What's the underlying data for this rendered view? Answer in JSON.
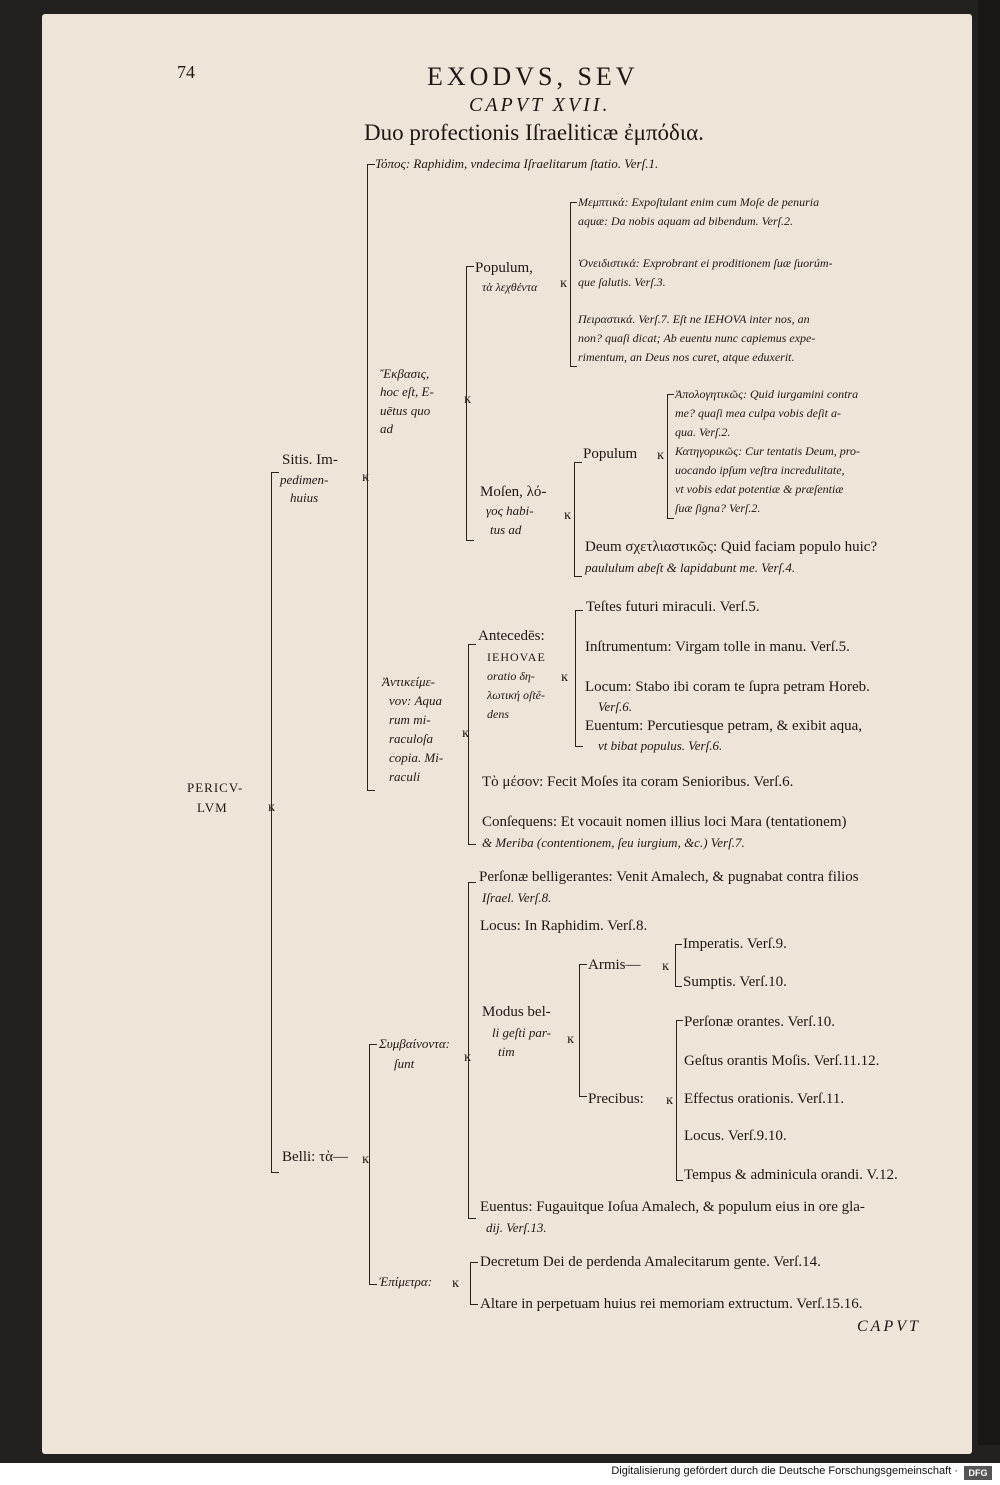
{
  "header": {
    "page_number": "74",
    "title": "EXODVS, SEV",
    "chapter": "CAPVT XVII.",
    "subtitle": "Duo profectionis Iſraeliticæ ἐμπόδια."
  },
  "root": {
    "label1": "PERICV-",
    "label2": "LVM"
  },
  "topos": "Τόπος: Raphidim, vndecima Iſraelitarum ſtatio. Verſ.1.",
  "sitis": {
    "label1": "Sitis. Im-",
    "label2": "pedimen-",
    "label3": "huius",
    "ekbasis": {
      "label": [
        "Ἔκβασις,",
        "hoc eſt, E-",
        "uētus quo",
        "ad"
      ],
      "populum": {
        "label1": "Populum,",
        "label2": "τὰ λεχθέντα",
        "items": [
          [
            "Μεμπτικά: Expoſtulant enim cum Moſe de penuria",
            "aquæ: Da nobis aquam ad bibendum. Verſ.2."
          ],
          [
            "Ὀνειδιστικά: Exprobrant ei proditionem ſuæ ſuorúm-",
            "que ſalutis. Verſ.3."
          ],
          [
            "Πειραστικά. Verſ.7. Eſt ne IEHOVA inter nos, an",
            "non? quaſi dicat; Ab euentu nunc capiemus expe-",
            "rimentum, an Deus nos curet, atque eduxerit."
          ]
        ]
      },
      "mosen": {
        "label": [
          "Moſen, λό-",
          "γος habi-",
          "tus ad"
        ],
        "populum_label": "Populum",
        "populum_items": [
          [
            "Ἀπολογητικῶς: Quid iurgamini contra",
            "me? quaſi mea culpa vobis deſit a-",
            "qua. Verſ.2."
          ],
          [
            "Κατηγορικῶς: Cur tentatis Deum, pro-",
            "uocando ipſum veſtra incredulitate,",
            "vt vobis edat potentiæ & præſentiæ",
            "ſuæ ſigna? Verſ.2."
          ]
        ],
        "deum": [
          "Deum σχετλιαστικῶς: Quid faciam populo huic?",
          "paululum abeſt & lapidabunt me. Verſ.4."
        ]
      }
    },
    "antikeimenon": {
      "label": [
        "Ἀντικείμε-",
        "νον: Aqua",
        "rum mi-",
        "raculoſa",
        "copia. Mi-",
        "raculi"
      ],
      "antecedens": {
        "label": [
          "Antecedēs:",
          "IEHOVAE",
          "oratio δη-",
          "λωτική oſtē-",
          "dens"
        ],
        "items": [
          [
            "Teſtes futuri miraculi. Verſ.5."
          ],
          [
            "Inſtrumentum: Virgam tolle in manu. Verſ.5."
          ],
          [
            "Locum: Stabo ibi coram te ſupra petram Horeb.",
            "Verſ.6."
          ],
          [
            "Euentum: Percutiesque petram, & exibit aqua,",
            "vt bibat populus. Verſ.6."
          ]
        ]
      },
      "meson": "Τὸ μέσον: Fecit Moſes ita coram Senioribus. Verſ.6.",
      "consequens": [
        "Conſequens: Et vocauit nomen illius loci Mara (tentationem)",
        "& Meriba (contentionem, ſeu iurgium, &c.) Verſ.7."
      ]
    }
  },
  "belli": {
    "label": "Belli: τὰ—",
    "symbainonta": [
      "Συμβαίνοντα:",
      "ſunt"
    ],
    "personae": [
      "Perſonæ belligerantes: Venit Amalech, & pugnabat contra filios",
      "Iſrael. Verſ.8."
    ],
    "locus": "Locus: In Raphidim. Verſ.8.",
    "modus": {
      "label": [
        "Modus bel-",
        "li geſti par-",
        "tim"
      ],
      "armis": {
        "label": "Armis—",
        "items": [
          "Imperatis. Verſ.9.",
          "Sumptis. Verſ.10."
        ]
      },
      "precibus": {
        "label": "Precibus:",
        "items": [
          "Perſonæ orantes. Verſ.10.",
          "Geſtus orantis Moſis. Verſ.11.12.",
          "Effectus orationis. Verſ.11.",
          "Locus. Verſ.9.10.",
          "Tempus & adminicula orandi. V.12."
        ]
      }
    },
    "euentus": [
      "Euentus: Fugauitque Ioſua Amalech, & populum eius in ore gla-",
      "dij. Verſ.13."
    ],
    "epimetra": {
      "label": "Ἐπίμετρα:",
      "items": [
        "Decretum Dei de perdenda Amalecitarum gente. Verſ.14.",
        "Altare in perpetuam huius rei memoriam extructum. Verſ.15.16."
      ]
    }
  },
  "catchword": "CAPVT",
  "footer": {
    "text": "Digitalisierung gefördert durch die Deutsche Forschungsgemeinschaft ·",
    "logo": "DFG"
  }
}
